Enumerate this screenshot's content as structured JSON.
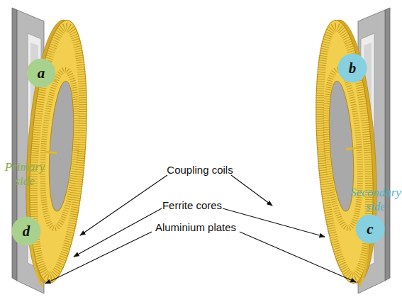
{
  "diagram": {
    "nodes": [
      {
        "text": [
          "a"
        ]
      },
      {
        "text": [
          "b"
        ]
      },
      {
        "text": [
          "d"
        ]
      },
      {
        "text": [
          "c"
        ]
      }
    ],
    "labels": [
      "Primary side",
      "Secondary side",
      "Coupling coils",
      "Ferrite cores",
      "Aluminium plates"
    ]
  }
}
